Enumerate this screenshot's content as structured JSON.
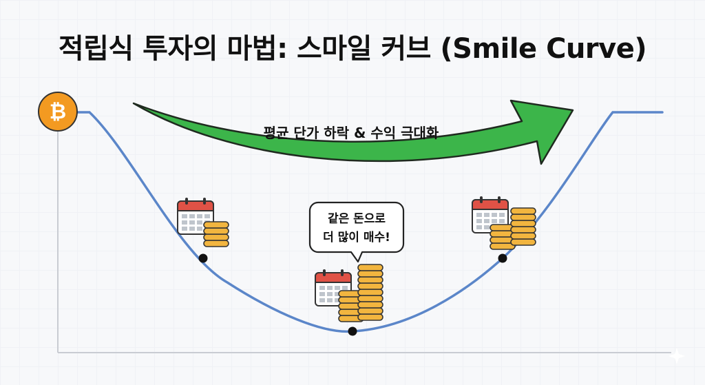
{
  "title": "적립식 투자의 마법: 스마일 커브 (Smile Curve)",
  "arrow_label": "평균 단가 하락 & 수익 극대화",
  "speech_bubble": {
    "line1": "같은 돈으로",
    "line2": "더 많이 매수!"
  },
  "coin_icon": "bitcoin-icon",
  "purchase_icon": "calendar-coins-icon",
  "colors": {
    "curve": "#5b86c9",
    "arrow": "#3cb54a",
    "bitcoin": "#f39a21",
    "calendar_top": "#e05246",
    "coin": "#f2b53f"
  }
}
